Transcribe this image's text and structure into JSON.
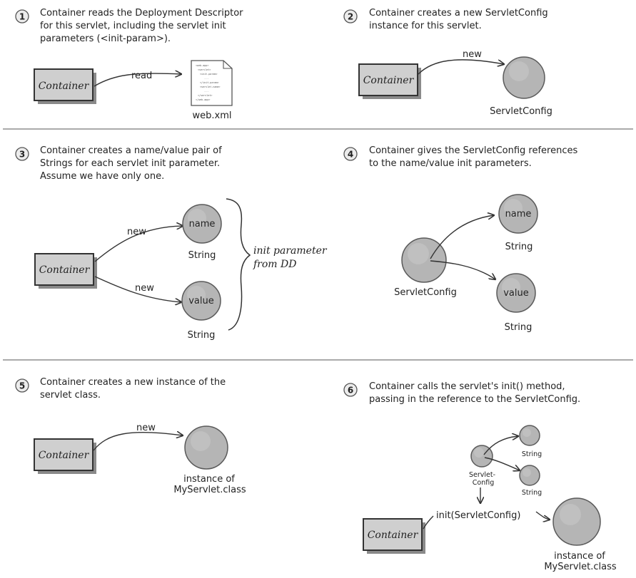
{
  "panels": [
    {
      "num": "1",
      "caption": [
        "Container reads the Deployment Descriptor",
        "for this servlet, including the servlet init",
        "parameters (<init-param>)."
      ]
    },
    {
      "num": "2",
      "caption": [
        "Container creates a new ServletConfig",
        "instance for this servlet."
      ]
    },
    {
      "num": "3",
      "caption": [
        "Container creates a name/value pair of",
        "Strings for each servlet init parameter.",
        "Assume we have only one."
      ]
    },
    {
      "num": "4",
      "caption": [
        "Container gives the ServletConfig references",
        "to the name/value init parameters."
      ]
    },
    {
      "num": "5",
      "caption": [
        "Container creates a new instance of the",
        "servlet class."
      ]
    },
    {
      "num": "6",
      "caption": [
        "Container calls the servlet's init() method,",
        "passing in the reference to the ServletConfig."
      ]
    }
  ],
  "labels": {
    "container": "Container",
    "read": "read",
    "new": "new",
    "web_xml": "web.xml",
    "servlet_config": "ServletConfig",
    "name": "name",
    "value": "value",
    "string": "String",
    "init_param_note": [
      "init parameter",
      "from DD"
    ],
    "instance_of": "instance of",
    "myservlet_class": "MyServlet.class",
    "servlet_config_split": [
      "Servlet-",
      "Config"
    ],
    "init_call": "init(ServletConfig)"
  },
  "doc_lines": [
    "<web-app>",
    "<servlet>",
    "<init-param>",
    "...",
    "</init-param>",
    "<servlet-name>",
    "...",
    "</servlet>",
    "</web-app>"
  ]
}
